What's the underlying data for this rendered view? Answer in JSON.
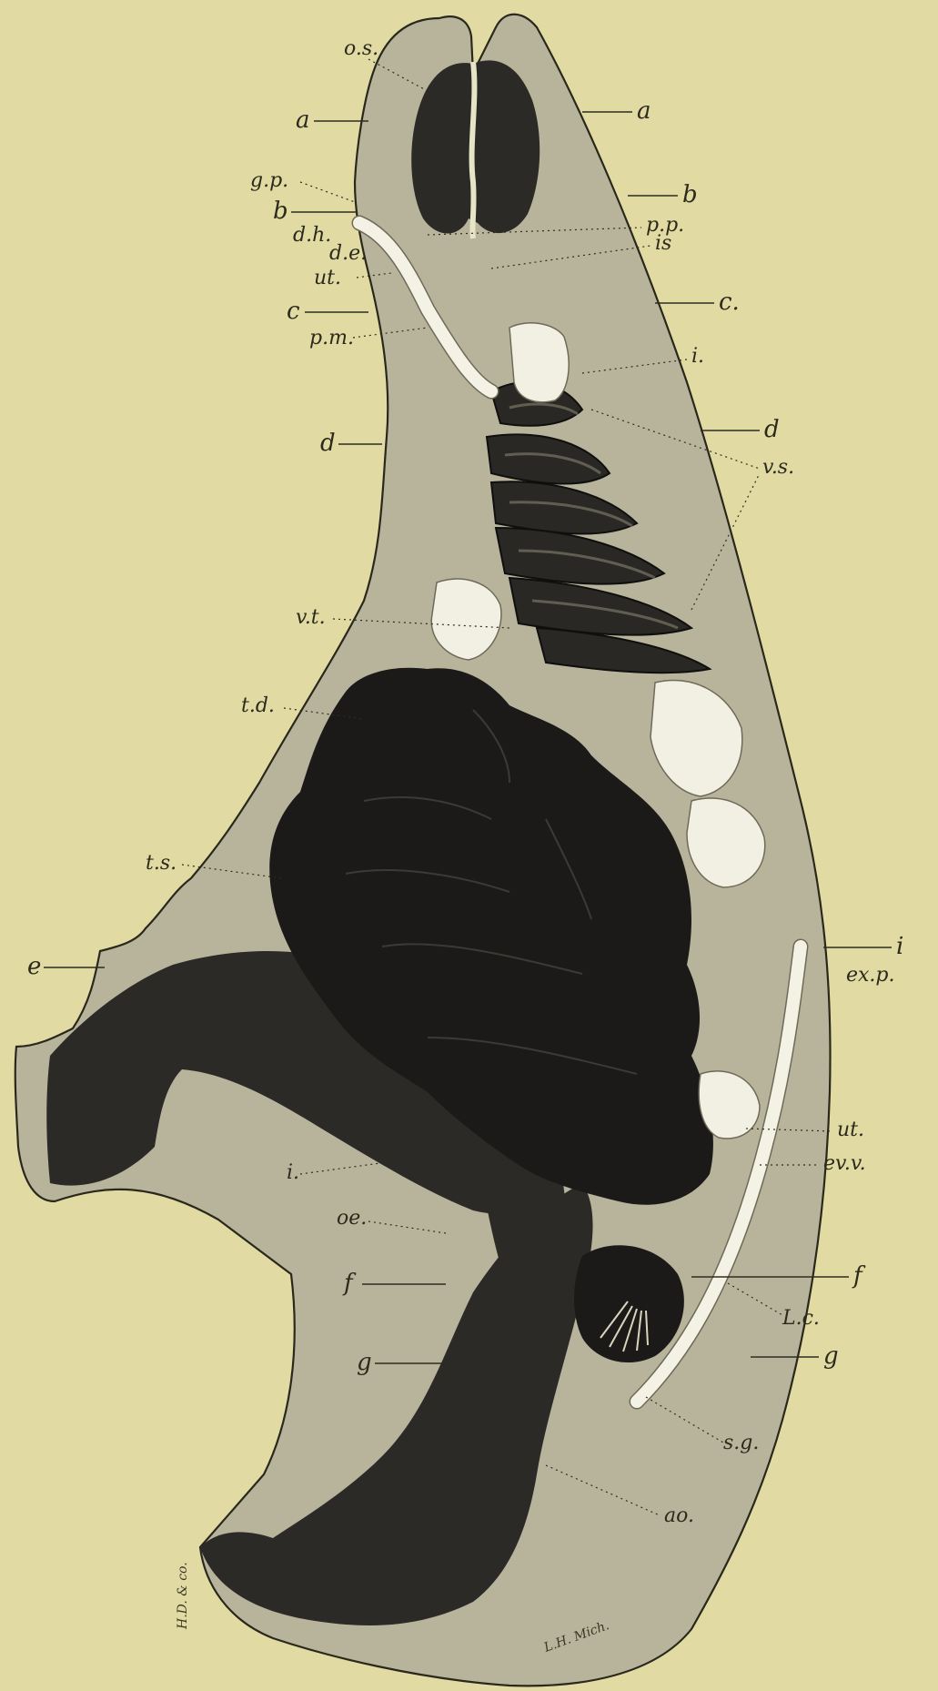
{
  "figure": {
    "left_labels": {
      "a": "a",
      "gp": "g.p.",
      "b": "b",
      "dh": "d.h.",
      "de": "d.e.",
      "ut": "ut.",
      "c": "c",
      "pm": "p.m.",
      "d": "d",
      "vt": "v.t.",
      "td": "t.d.",
      "ts": "t.s.",
      "e": "e",
      "i": "i.",
      "oe": "oe.",
      "f": "f",
      "g": "g"
    },
    "right_labels": {
      "os": "o.s.",
      "a": "a",
      "b": "b",
      "pp": "p.p.",
      "is": "is",
      "c": "c.",
      "i_top": "i.",
      "d": "d",
      "vs": "v.s.",
      "i": "i",
      "ex_p": "ex.p.",
      "ut": "ut.",
      "ev": "ev.v.",
      "f": "f",
      "lc": "L.c.",
      "g": "g",
      "sg": "s.g.",
      "ao": "ao."
    },
    "signatures": {
      "left": "H.D. & co.",
      "bottom": "L.H. Mich."
    }
  }
}
